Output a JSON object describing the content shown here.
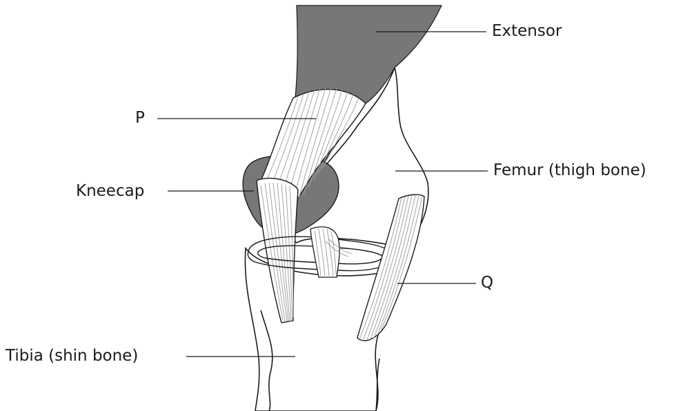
{
  "labels": {
    "extensor": "Extensor",
    "p": "P",
    "femur": "Femur (thigh bone)",
    "kneecap": "Kneecap",
    "q": "Q",
    "tibia": "Tibia (shin bone)"
  },
  "colors": {
    "muscle": "#77777a",
    "outline": "#1a1a1a",
    "fibre": "#a3a3a3",
    "background": "#ffffff"
  }
}
